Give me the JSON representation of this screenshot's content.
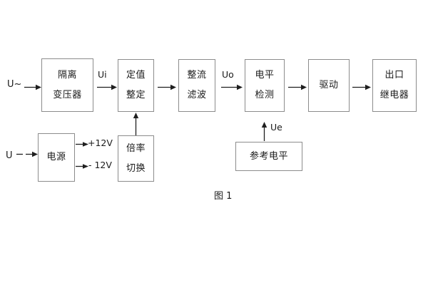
{
  "figure": {
    "caption": "图 1",
    "colors": {
      "block_border": "#8c8c8c",
      "text": "#1a1a1a",
      "arrow": "#1f1f1f",
      "background": "#ffffff"
    }
  },
  "blocks": {
    "isolation_transformer": {
      "line1": "隔离",
      "line2": "变压器"
    },
    "setting_value": {
      "line1": "定值",
      "line2": "整定"
    },
    "rectify_filter": {
      "line1": "整流",
      "line2": "滤波"
    },
    "level_detect": {
      "line1": "电平",
      "line2": "检测"
    },
    "drive": {
      "line1": "驱动"
    },
    "output_relay": {
      "line1": "出口",
      "line2": "继电器"
    },
    "power_supply": {
      "line1": "电源"
    },
    "multiplier_switch": {
      "line1": "倍率",
      "line2": "切换"
    },
    "reference_level": {
      "line1": "参考电平"
    }
  },
  "signals": {
    "input_ac": "U~",
    "input_dc": "U",
    "input_dc_dash": "－",
    "ui": "Ui",
    "uo": "Uo",
    "ue": "Ue",
    "rail_positive": "+12V",
    "rail_negative": "- 12V"
  }
}
